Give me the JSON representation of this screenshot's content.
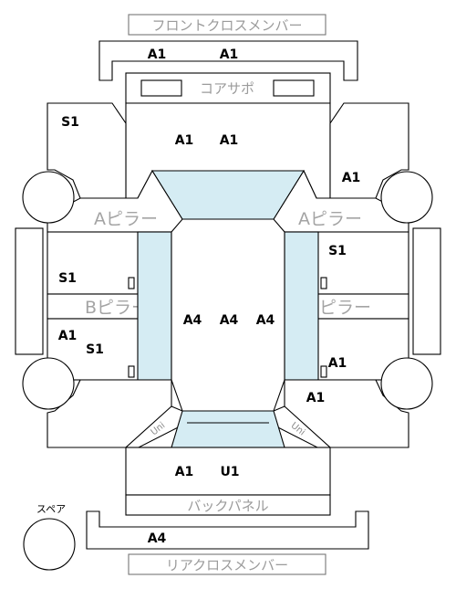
{
  "parts": {
    "front_cross_member": "フロントクロスメンバー",
    "core_support": "コアサポ",
    "a_pillar_left": "Aピラー",
    "a_pillar_right": "Aピラー",
    "b_pillar_left": "Bピラー",
    "b_pillar_right": "Bピラー",
    "back_panel": "バックパネル",
    "rear_cross_member": "リアクロスメンバー",
    "spare": "スペア",
    "rear_left_corner": "Uni",
    "rear_right_corner": "Uni"
  },
  "codes": {
    "front_cross_left": "A1",
    "front_cross_right": "A1",
    "hood_left": "A1",
    "hood_right": "A1",
    "front_fender_left": "S1",
    "front_fender_right": "A1",
    "front_door_left": "S1",
    "front_door_right": "S1",
    "rear_door_left_a": "A1",
    "rear_door_left_b": "S1",
    "rear_door_right": "A1",
    "roof_left": "A4",
    "roof_center": "A4",
    "roof_right": "A4",
    "quarter_right": "A1",
    "trunk_left": "A1",
    "trunk_right": "U1",
    "rear_cross": "A4"
  },
  "colors": {
    "glass": "#d5ecf3",
    "outline": "#000000",
    "label_gray": "#9b9b9b"
  }
}
